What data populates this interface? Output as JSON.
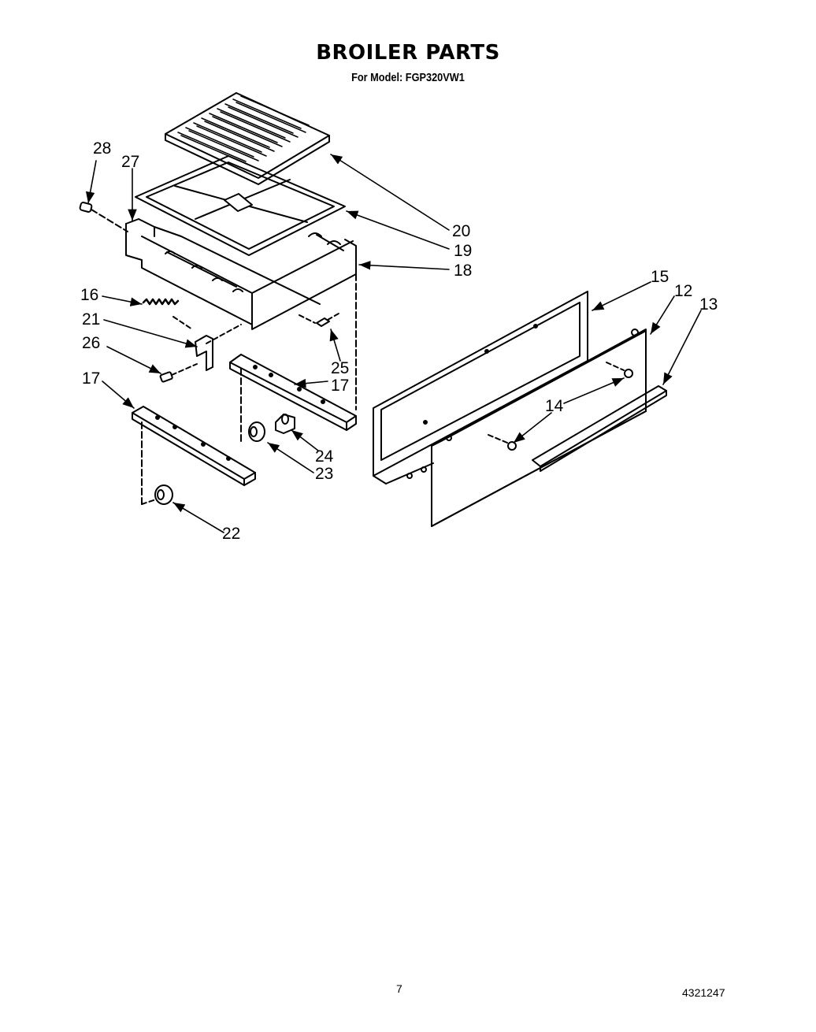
{
  "header": {
    "title": "BROILER PARTS",
    "subtitle": "For Model: FGP320VW1"
  },
  "callouts": [
    "28",
    "27",
    "20",
    "19",
    "18",
    "16",
    "21",
    "26",
    "25",
    "17",
    "15",
    "12",
    "13",
    "14",
    "24",
    "23",
    "22"
  ],
  "footer": {
    "page_number": "7",
    "document_number": "4321247"
  }
}
